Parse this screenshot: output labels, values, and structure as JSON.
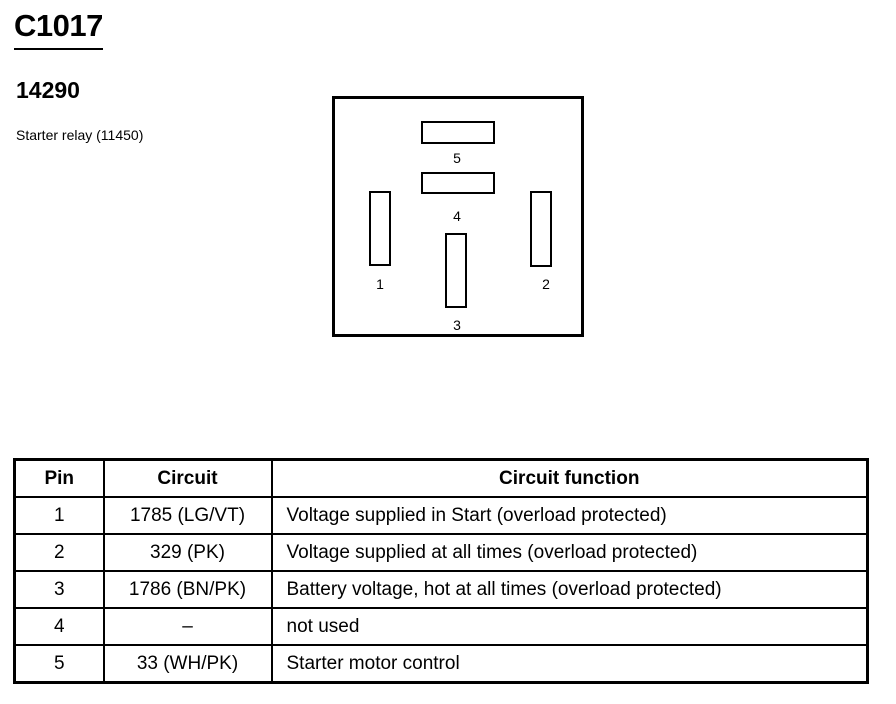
{
  "header": {
    "connector_id": "C1017",
    "part_number": "14290",
    "component": "Starter relay (11450)"
  },
  "connector": {
    "pin_labels": [
      "5",
      "4",
      "1",
      "2",
      "3"
    ]
  },
  "table": {
    "headers": [
      "Pin",
      "Circuit",
      "Circuit function"
    ],
    "rows": [
      [
        "1",
        "1785 (LG/VT)",
        "Voltage supplied in Start (overload protected)"
      ],
      [
        "2",
        "329 (PK)",
        "Voltage supplied at all times (overload protected)"
      ],
      [
        "3",
        "1786 (BN/PK)",
        "Battery voltage, hot at all times (overload protected)"
      ],
      [
        "4",
        "–",
        "not used"
      ],
      [
        "5",
        "33 (WH/PK)",
        "Starter motor  control"
      ]
    ]
  }
}
